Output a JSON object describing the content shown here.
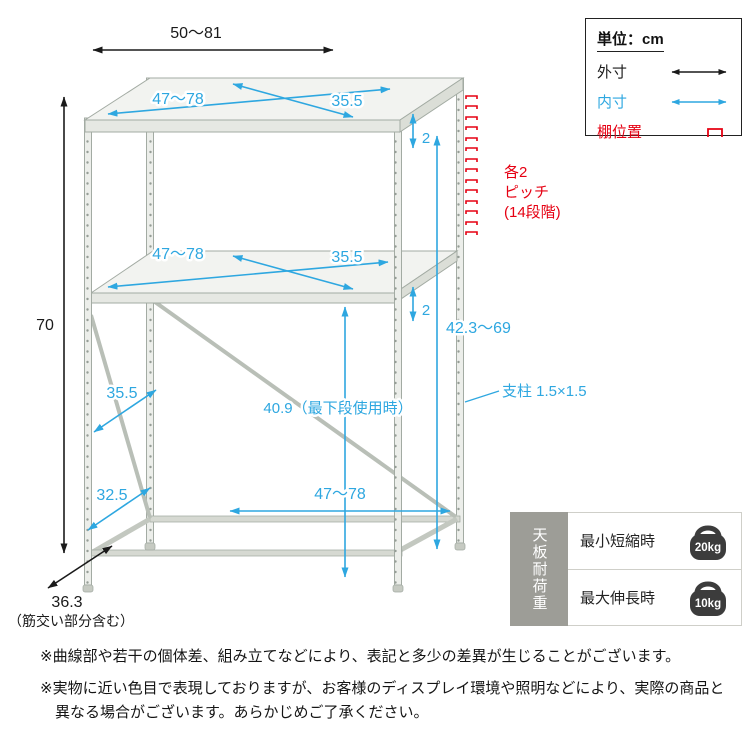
{
  "legend": {
    "unit": "単位：cm",
    "outer": "外寸",
    "inner": "内寸",
    "shelf_position": "棚位置"
  },
  "colors": {
    "outer": "#1a1a1a",
    "inner": "#2ea7e0",
    "shelf_position": "#e60012"
  },
  "dims": {
    "top_outer_width": "50〜81",
    "top_inner_width": "47〜78",
    "top_depth": "35.5",
    "top_thickness": "2",
    "mid_inner_width": "47〜78",
    "mid_depth": "35.5",
    "mid_thickness": "2",
    "total_height": "70",
    "inner_height": "42.3〜69",
    "under_shelf_height": "40.9（最下段使用時）",
    "side_depth": "35.5",
    "side_inner_depth": "32.5",
    "bottom_inner_width": "47〜78",
    "base_depth": "36.3",
    "base_depth_note": "（筋交い部分含む）",
    "pitch_1": "各2",
    "pitch_2": "ピッチ",
    "pitch_3": "(14段階)",
    "post_size": "支柱 1.5×1.5"
  },
  "load": {
    "header_1": "天板",
    "header_2": "耐荷重",
    "rows": [
      {
        "label": "最小短縮時",
        "weight": "20kg"
      },
      {
        "label": "最大伸長時",
        "weight": "10kg"
      }
    ]
  },
  "notes": [
    "※曲線部や若干の個体差、組み立てなどにより、表記と多少の差異が生じることがございます。",
    "※実物に近い色目で表現しておりますが、お客様のディスプレイ環境や照明などにより、実際の商品と異なる場合がございます。あらかじめご了承ください。"
  ]
}
